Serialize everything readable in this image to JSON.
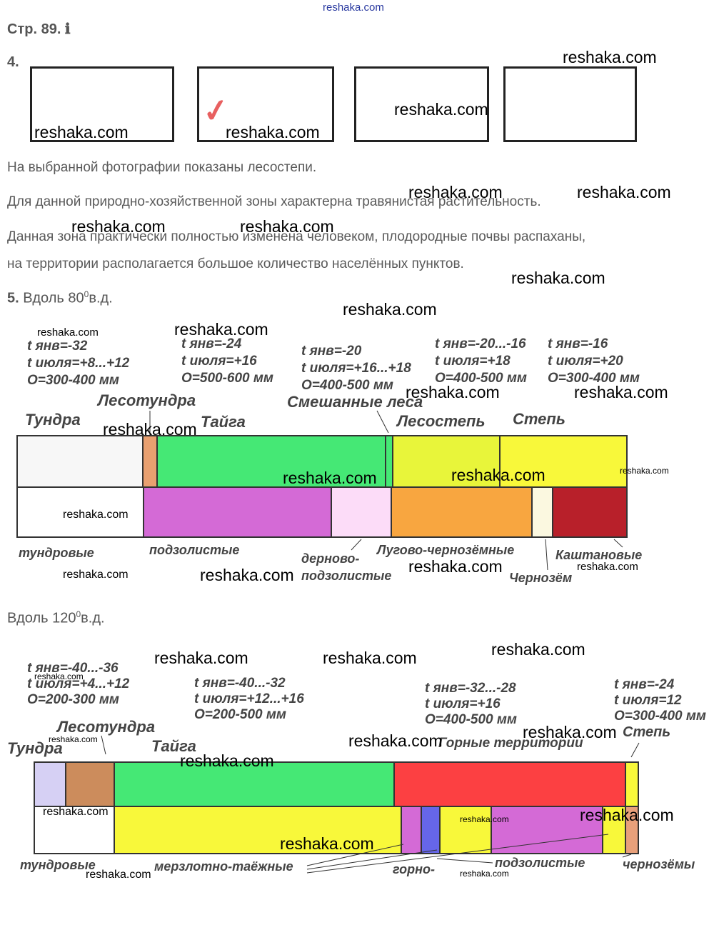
{
  "site_header": "reshaka.com",
  "page_label": "Стр. 89. ℹ",
  "task4": {
    "number": "4.",
    "check_mark": "✓",
    "paragraphs": [
      "На выбранной фотографии показаны лесостепи.",
      "Для данной природно-хозяйственной зоны характерна травянистая растительность.",
      "Данная зона практически полностью изменена человеком, плодородные почвы распаханы,",
      "на территории располагается большое количество населённых пунктов."
    ]
  },
  "task5": {
    "number": "5.",
    "title_80": "Вдоль 80",
    "title_80_sup": "0",
    "title_80_suffix": "в.д.",
    "climate_80": [
      [
        "t янв=-32",
        "t июля=+8...+12",
        "О=300-400 мм"
      ],
      [
        "t янв=-24",
        "t июля=+16",
        "О=500-600 мм"
      ],
      [
        "t янв=-20",
        "t июля=+16...+18",
        "О=400-500 мм"
      ],
      [
        "t янв=-20...-16",
        "t июля=+18",
        "О=400-500 мм"
      ],
      [
        "t янв=-16",
        "t июля=+20",
        "О=300-400 мм"
      ]
    ],
    "zones_80": [
      "Тундра",
      "Лесотундра",
      "Тайга",
      "Смешанные леса",
      "Лесостепь",
      "Степь"
    ],
    "soils_80": [
      "тундровые",
      "подзолистые",
      "дерново-",
      "подзолистые",
      "Лугово-чернозёмные",
      "Каштановые",
      "Чернозём"
    ],
    "title_120": "Вдоль 120",
    "title_120_sup": "0",
    "title_120_suffix": "в.д.",
    "climate_120": [
      [
        "t янв=-40...-36",
        "t июля=+4...+12",
        "О=200-300 мм"
      ],
      [
        "t янв=-40...-32",
        "t июля=+12...+16",
        "О=200-500 мм"
      ],
      [
        "t янв=-32...-28",
        "t июля=+16",
        "О=400-500 мм"
      ],
      [
        "t янв=-24",
        "t июля=12",
        "О=300-400 мм"
      ]
    ],
    "zones_120": [
      "Тундра",
      "Лесотундра",
      "Тайга",
      "Горные территории",
      "Степь"
    ],
    "soils_120": [
      "тундровые",
      "мерзлотно-таёжные",
      "горно-",
      "подзолистые",
      "чернозёмы"
    ]
  },
  "colors": {
    "white": "#f7f7f7",
    "salmon": "#e9a070",
    "green": "#45e875",
    "lime": "#e8f53a",
    "yellow": "#f8f83a",
    "violet": "#d46ad6",
    "pink": "#fcdcf8",
    "orange": "#f8a640",
    "cream": "#fbf8e0",
    "darkred": "#b8202a",
    "lavender": "#d6d0f4",
    "brown": "#cc8c5c",
    "red": "#fc4042",
    "blue": "#6666e8",
    "peach": "#e8a07a"
  }
}
